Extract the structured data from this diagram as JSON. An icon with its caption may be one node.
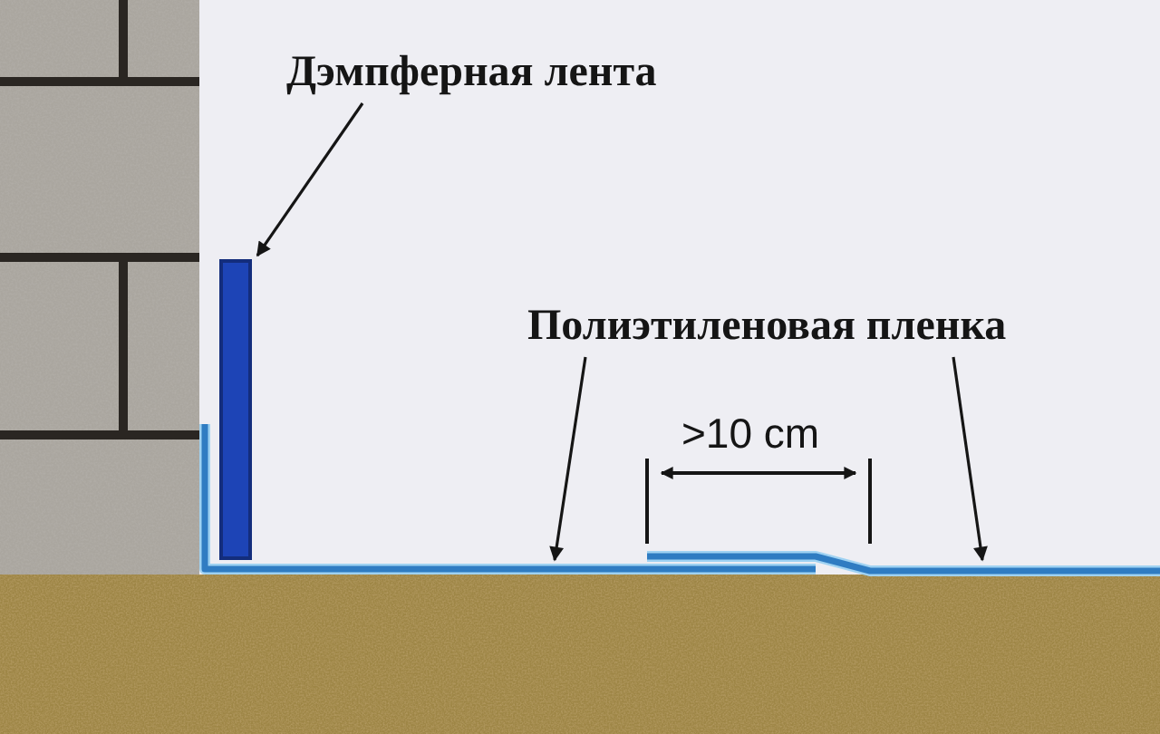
{
  "diagram": {
    "nodes": [
      {
        "text": [
          "Дэмпферная лента"
        ]
      },
      {
        "text": [],
        "shape": "bar"
      },
      {
        "text": [
          "Полиэтиленовая пленка"
        ]
      },
      {
        "text": [],
        "shape": "line"
      },
      {
        "text": [],
        "shape": "line"
      }
    ],
    "edges": [
      {
        "from": 0,
        "to": 1,
        "arrow": "to"
      },
      {
        "from": 2,
        "to": 3,
        "arrow": "to"
      },
      {
        "from": 2,
        "to": 4,
        "arrow": "to"
      }
    ],
    "labels": [
      ">10 cm"
    ]
  }
}
